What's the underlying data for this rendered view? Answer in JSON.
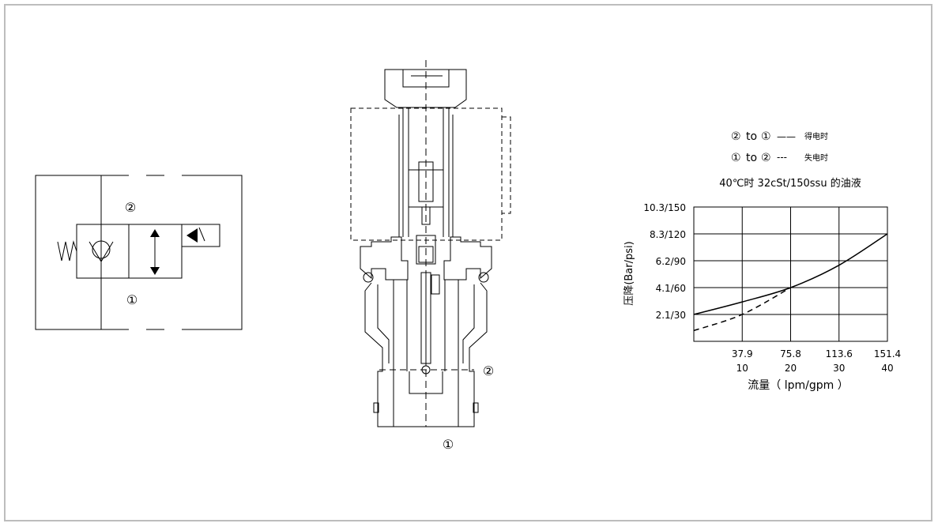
{
  "symbol": {
    "port_top": "②",
    "port_bottom": "①"
  },
  "section": {
    "port_side": "②",
    "port_bottom": "①"
  },
  "legend": {
    "row1_from": "②",
    "row1_to_word": "to",
    "row1_to": "①",
    "row1_line": "——",
    "row1_desc": "得电时",
    "row2_from": "①",
    "row2_to_word": "to",
    "row2_to": "②",
    "row2_line": "---",
    "row2_desc": "失电时"
  },
  "chart_data": {
    "type": "line",
    "title": "40℃时 32cSt/150ssu 的油液",
    "ylabel": "压降(Bar/psi)",
    "xlabel": "流量（ lpm/gpm ）",
    "y_ticks": [
      "10.3/150",
      "8.3/120",
      "6.2/90",
      "4.1/60",
      "2.1/30"
    ],
    "x_ticks_top": [
      "37.9",
      "75.8",
      "113.6",
      "151.4"
    ],
    "x_ticks_bottom": [
      "10",
      "20",
      "30",
      "40"
    ],
    "xlim": [
      0,
      40
    ],
    "ylim": [
      0,
      150
    ],
    "grid": true,
    "series": [
      {
        "style": "solid",
        "x": [
          0,
          10,
          20,
          30,
          40
        ],
        "y": [
          30,
          44,
          60,
          85,
          120
        ]
      },
      {
        "style": "dashed",
        "x": [
          0,
          10,
          20
        ],
        "y": [
          12,
          30,
          60
        ]
      }
    ]
  }
}
